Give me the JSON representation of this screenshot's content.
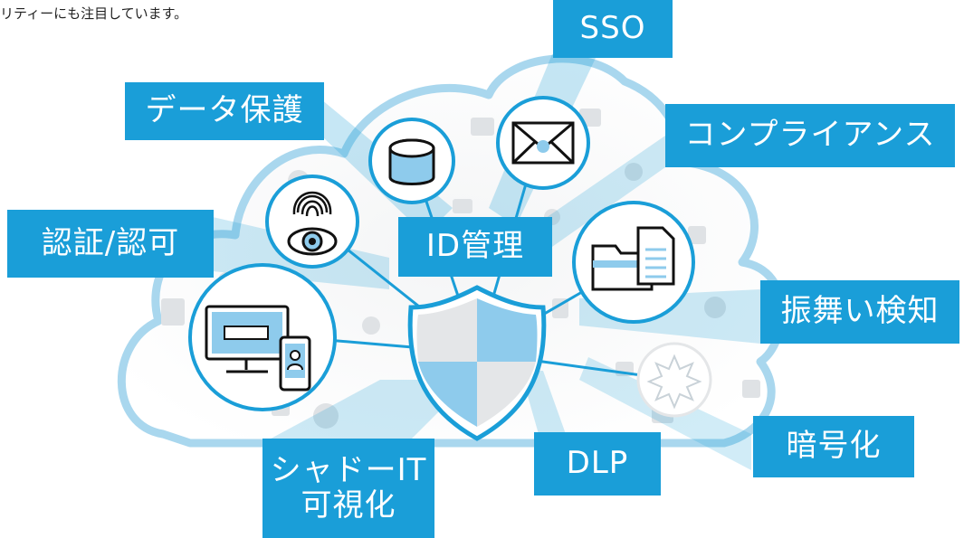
{
  "header_text": "リティーにも注目しています。",
  "center_label": "ID管理",
  "labels": {
    "sso": "SSO",
    "data_protection": "データ保護",
    "compliance": "コンプライアンス",
    "auth": "認証/認可",
    "behavior": "振舞い検知",
    "encryption": "暗号化",
    "dlp": "DLP",
    "shadow_it_line1": "シャドーIT",
    "shadow_it_line2": "可視化"
  },
  "colors": {
    "accent": "#1a9ed8",
    "cloud_outline": "#a9d7ee",
    "shield_light": "#8ecbec",
    "shield_gray": "#e4e6e8"
  },
  "icons": [
    "database-icon",
    "envelope-icon",
    "fingerprint-eye-icon",
    "folder-document-icon",
    "computer-phone-icon",
    "encryption-burst-icon",
    "shield-icon"
  ]
}
